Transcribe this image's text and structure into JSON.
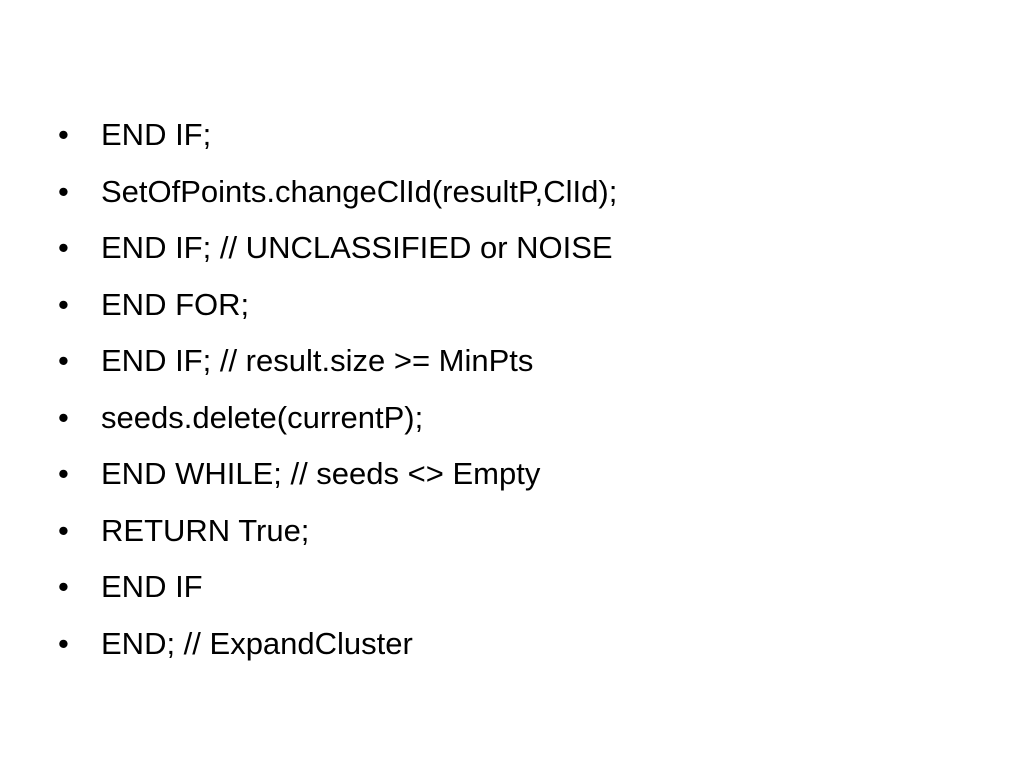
{
  "slide": {
    "bullet_symbol": "•",
    "items": [
      "END IF;",
      "SetOfPoints.changeClId(resultP,ClId);",
      "END IF; // UNCLASSIFIED or NOISE",
      "END FOR;",
      "END IF; // result.size >= MinPts",
      "seeds.delete(currentP);",
      "END WHILE; // seeds <> Empty",
      "RETURN True;",
      "END IF",
      "END; // ExpandCluster"
    ]
  }
}
